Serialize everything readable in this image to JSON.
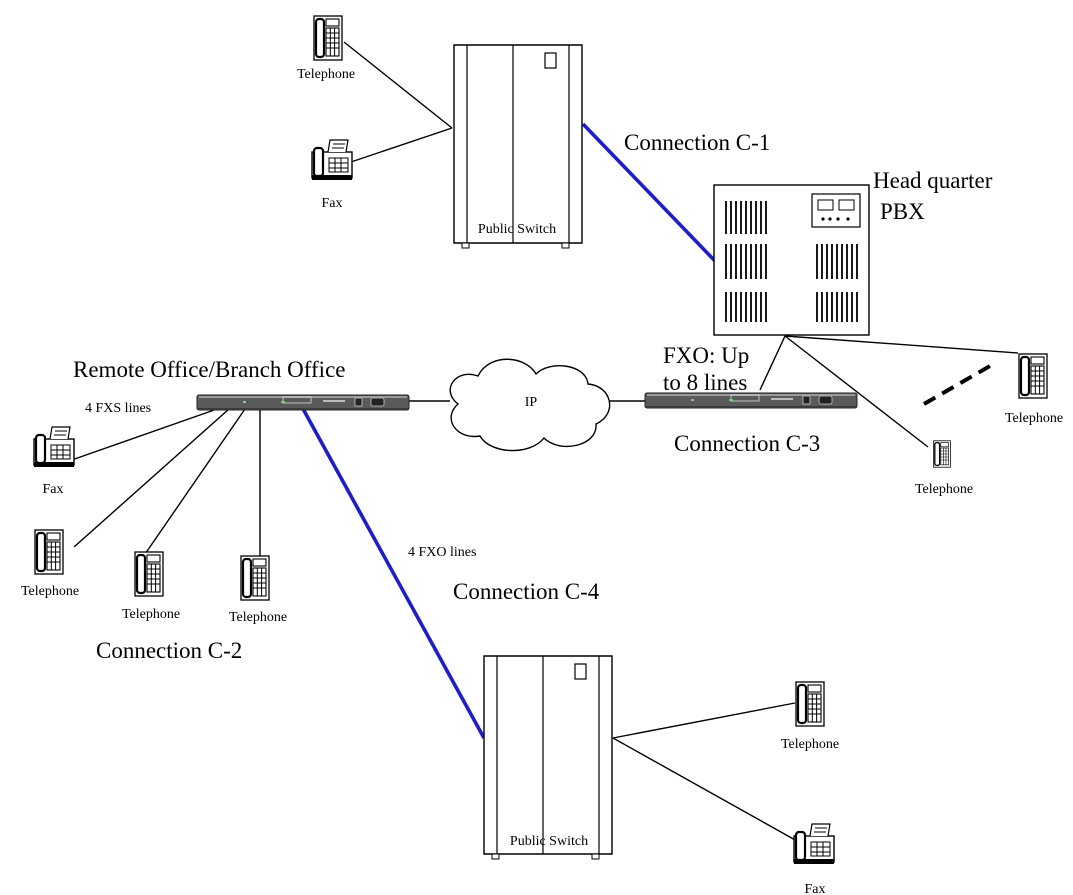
{
  "colors": {
    "blue_link": "#1e1ec8",
    "line": "#000000",
    "background": "#ffffff",
    "gateway_body": "#5a5a5a"
  },
  "labels": {
    "telephone": "Telephone",
    "fax": "Fax",
    "public_switch": "Public Switch",
    "connection_c1": "Connection C-1",
    "connection_c2": "Connection C-2",
    "connection_c3": "Connection C-3",
    "connection_c4": "Connection C-4",
    "hq_line1": "Head quarter",
    "hq_line2": "PBX",
    "remote_office": "Remote Office/Branch Office",
    "fxs_lines": "4 FXS lines",
    "fxo_lines": "4 FXO lines",
    "fxo_up_line1": "FXO: Up",
    "fxo_up_line2": "to 8 lines",
    "ip_cloud": "IP"
  },
  "icons": {
    "telephone": "telephone-icon",
    "fax": "fax-icon",
    "public_switch": "public-switch-icon",
    "pbx": "pbx-cabinet-icon",
    "gateway": "voip-gateway-icon",
    "cloud": "ip-cloud-icon"
  }
}
